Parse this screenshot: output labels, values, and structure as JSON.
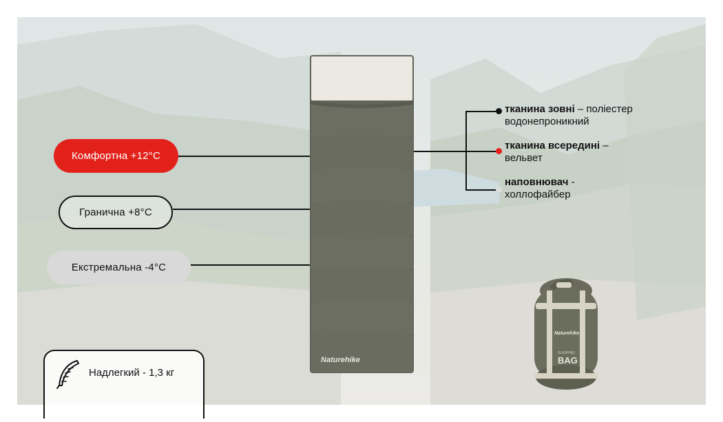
{
  "temperatures": {
    "comfort": "Комфортна +12°C",
    "limit": "Гранична +8°C",
    "extreme": "Екстремальна -4°C"
  },
  "features": [
    {
      "title": "тканина зовні",
      "separator": " – ",
      "rest": "поліестер",
      "line2": "водонепроникний"
    },
    {
      "title": "тканина всередині",
      "separator": " –",
      "rest": "",
      "line2": "вельвет"
    },
    {
      "title": "наповнювач",
      "separator": " -",
      "rest": "",
      "line2": "холлофайбер"
    }
  ],
  "weight": "Надлегкий - 1,3 кг",
  "brand": "Naturehike",
  "packed_bag": {
    "brand": "Naturehike",
    "label_line": "SLEEPING",
    "label_big": "BAG"
  },
  "colors": {
    "accent_red": "#e3211b",
    "bag_green": "#6a6c5c",
    "collar": "#ece9e3",
    "dot_black": "#111111",
    "dot_red": "#e3211b",
    "dot_grey": "#dddddd"
  }
}
